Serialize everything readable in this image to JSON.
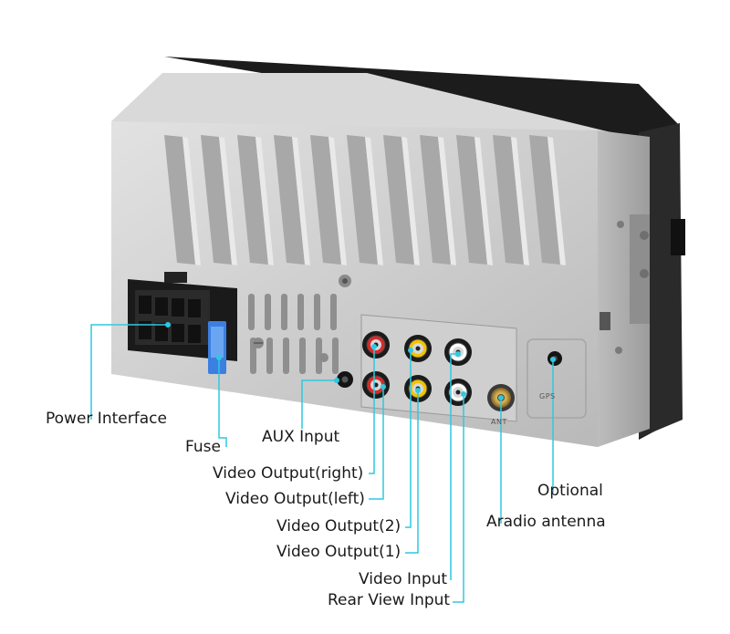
{
  "labels": {
    "power_interface": "Power Interface",
    "fuse": "Fuse",
    "aux_input": "AUX Input",
    "video_output_right": "Video Output(right)",
    "video_output_left": "Video Output(left)",
    "video_output_2": "Video Output(2)",
    "video_output_1": "Video Output(1)",
    "video_input": "Video Input",
    "rear_view_input": "Rear View Input",
    "optional": "Optional",
    "aradio_antenna": "Aradio antenna"
  },
  "panel_marks": {
    "gps": "GPS",
    "ant": "ANT"
  },
  "colors": {
    "leader_line": "#2ec9e0",
    "label_text": "#1a1a1a",
    "chassis": "#c9c9c9",
    "rca_red": "#d32c2c",
    "rca_yellow": "#f2c300",
    "fuse": "#3b7fe0"
  }
}
